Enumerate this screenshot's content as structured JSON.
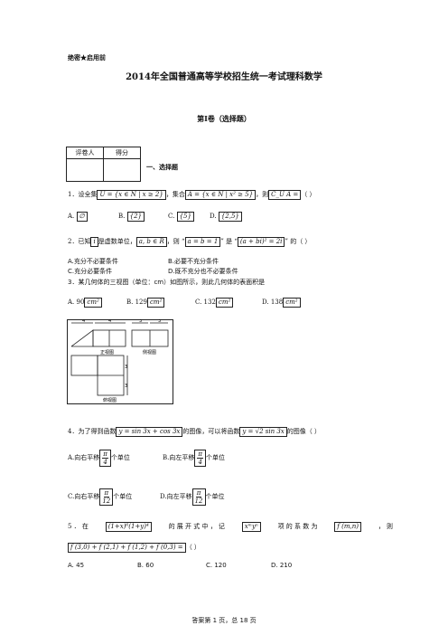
{
  "header": {
    "secret": "绝密★启用前",
    "title": "2014年全国普通高等学校招生统一考试理科数学",
    "section": "第I卷（选择题）"
  },
  "score_table": {
    "col1": "评卷人",
    "col2": "得分"
  },
  "part1": "一、选择题",
  "q1": {
    "stem_a": "1．设全集",
    "U": "U = {x ∈ N | x ≥ 2}",
    "stem_b": "，集合",
    "A": "A = {x ∈ N | x² ≥ 5}",
    "stem_c": "，则",
    "CA": "C_U A =",
    "stem_d": "（    ）",
    "opts": [
      "A.",
      "∅",
      "B.",
      "{2}",
      "C.",
      "{5}",
      "D.",
      "{2,5}"
    ]
  },
  "q2": {
    "stem_a": "2．已知",
    "i": "i",
    "stem_b": "是虚数单位，",
    "ab": "a, b ∈ R",
    "stem_c": "，则 “",
    "cond": "a = b = 1",
    "stem_d": "” 是 “",
    "eq": "(a + bi)² = 2i",
    "stem_e": "” 的（    ）",
    "opts": [
      "A.充分不必要条件",
      "B.必要不充分条件",
      "C.充分必要条件",
      "D.既不充分也不必要条件"
    ]
  },
  "q3": {
    "stem": "3．某几何体的三视图（单位：cm）如图所示，则此几何体的表面积是",
    "unit": "cm²",
    "opts": [
      "A. 90",
      "B. 129",
      "C. 132",
      "D. 138"
    ],
    "fig": {
      "front": "正视图",
      "side": "侧视图",
      "top": "俯视图",
      "d4a": "4",
      "d4b": "4",
      "d3a": "3",
      "d3b": "3",
      "d3c": "3",
      "d3d": "3"
    }
  },
  "q4": {
    "stem_a": "4．为了得到函数",
    "f1": "y = sin 3x + cos 3x",
    "stem_b": "的图像，可以将函数",
    "f2": "y = √2 sin 3x",
    "stem_c": "的图像（        ）",
    "A_a": "A.向右平移",
    "A_num": "π",
    "A_den": "4",
    "A_b": "个单位",
    "B_a": "B.向左平移",
    "B_num": "π",
    "B_den": "4",
    "B_b": "个单位",
    "C_a": "C.向右平移",
    "C_num": "π",
    "C_den": "12",
    "C_b": "个单位",
    "D_a": "D.向左平移",
    "D_num": "π",
    "D_den": "12",
    "D_b": "个单位"
  },
  "q5": {
    "stem_a": "5 ． 在",
    "expr": "(1+x)⁶(1+y)⁴",
    "stem_b": "的 展 开 式 中 ， 记",
    "term": "xᵐyⁿ",
    "stem_c": "项 的 系 数 为",
    "f": "f (m,n)",
    "stem_d": "， 则",
    "sum": "f (3,0) + f (2,1) + f (1,2) + f (0,3) =",
    "stem_e": "（    ）",
    "opts": [
      "A. 45",
      "B. 60",
      "C. 120",
      "D. 210"
    ]
  },
  "footer": "答案第 1 页，总 18 页"
}
